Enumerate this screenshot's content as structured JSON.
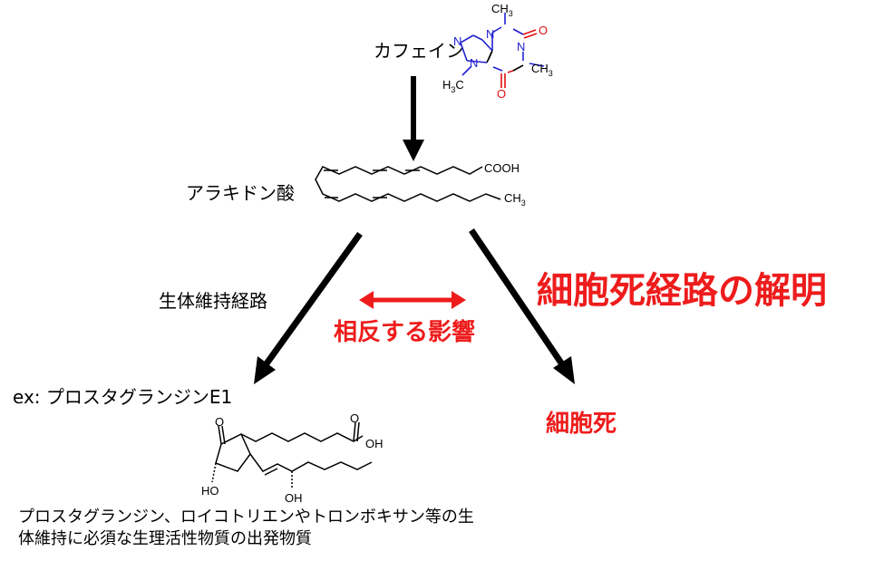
{
  "labels": {
    "caffeine": "カフェイン",
    "arachidonic_acid": "アラキドン酸",
    "maintenance_pathway": "生体維持経路",
    "opposite_effects": "相反する影響",
    "death_pathway_title": "細胞死経路の解明",
    "example_pge1": "ex: プロスタグランジンE1",
    "cell_death": "細胞死",
    "note_line1": "プロスタグランジン、ロイコトリエンやトロンボキサン等の生",
    "note_line2": "体維持に必須な生理活性物質の出発物質"
  },
  "chem_text": {
    "ch3": "CH",
    "sub3": "3",
    "h": "H",
    "c": "C",
    "n": "N",
    "o": "O",
    "cooh": "COOH",
    "oh": "OH",
    "ho": "HO"
  },
  "colors": {
    "accent_red": "#ee1c1c",
    "nitrogen_blue": "#2020d0",
    "oxygen_red": "#e01010"
  }
}
